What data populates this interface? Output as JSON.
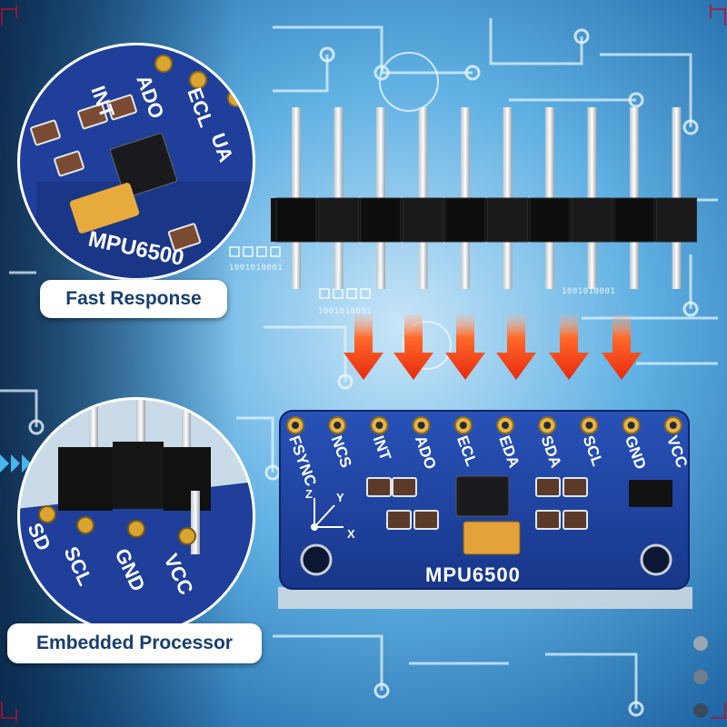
{
  "captions": {
    "top": "Fast Response",
    "bottom": "Embedded Processor"
  },
  "board": {
    "name": "MPU6500",
    "pins": [
      "FSYNC",
      "NCS",
      "INT",
      "ADO",
      "ECL",
      "EDA",
      "SDA",
      "SCL",
      "GND",
      "VCC"
    ],
    "axes": [
      "Z",
      "Y",
      "X"
    ]
  },
  "zoom_top": {
    "labels": [
      "INT",
      "ADO",
      "ECL",
      "UA",
      "MPU6500"
    ]
  },
  "zoom_bottom": {
    "labels": [
      "SCL",
      "GND",
      "VCC",
      "SD"
    ]
  },
  "decor": {
    "binary": [
      "1001010001",
      "1001010001",
      "1001010001"
    ]
  },
  "colors": {
    "background": "#2b86c9",
    "board": "#1d3f9c",
    "arrow": "#ff4a1a",
    "caption_text": "#173f6e",
    "pin_gold": "#d9a430"
  }
}
